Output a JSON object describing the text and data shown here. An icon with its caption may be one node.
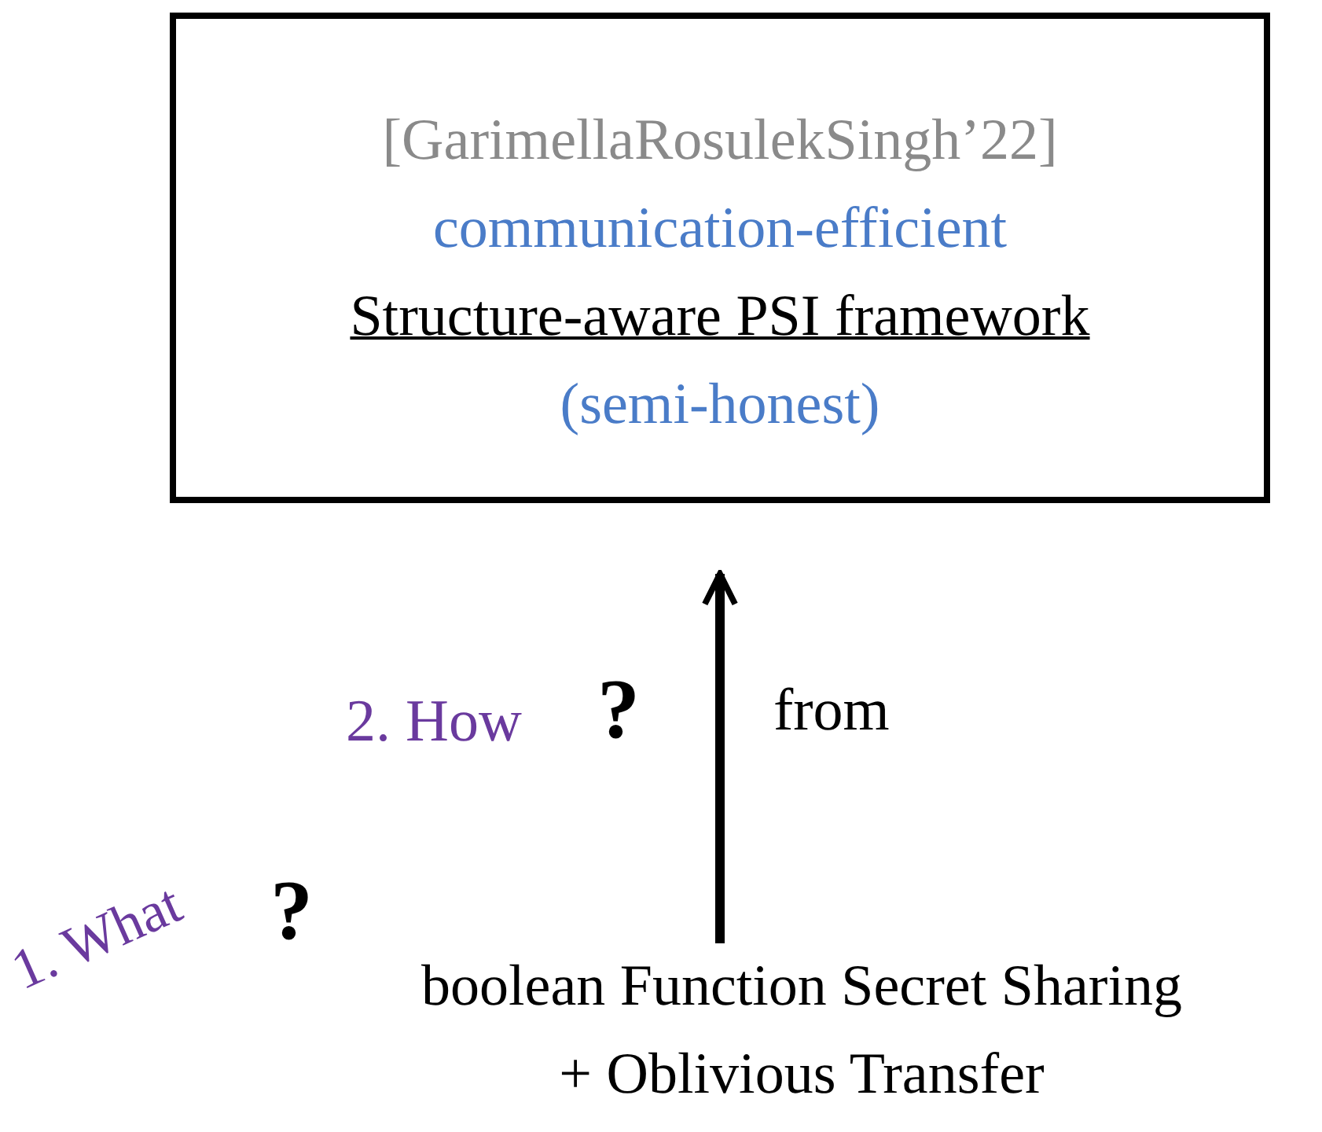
{
  "diagram": {
    "nodes": [
      {
        "text": [
          "[GarimellaRosulekSingh’22]",
          "communication-efficient",
          "Structure-aware PSI framework",
          "(semi-honest)"
        ]
      },
      {
        "text": [
          "boolean Function Secret Sharing + Oblivious Transfer"
        ]
      }
    ],
    "edges": [
      {
        "from": 1,
        "to": 0,
        "arrow": "to",
        "label": "from"
      }
    ],
    "labels": [
      "2. How",
      "?",
      "1. What",
      "?"
    ]
  }
}
